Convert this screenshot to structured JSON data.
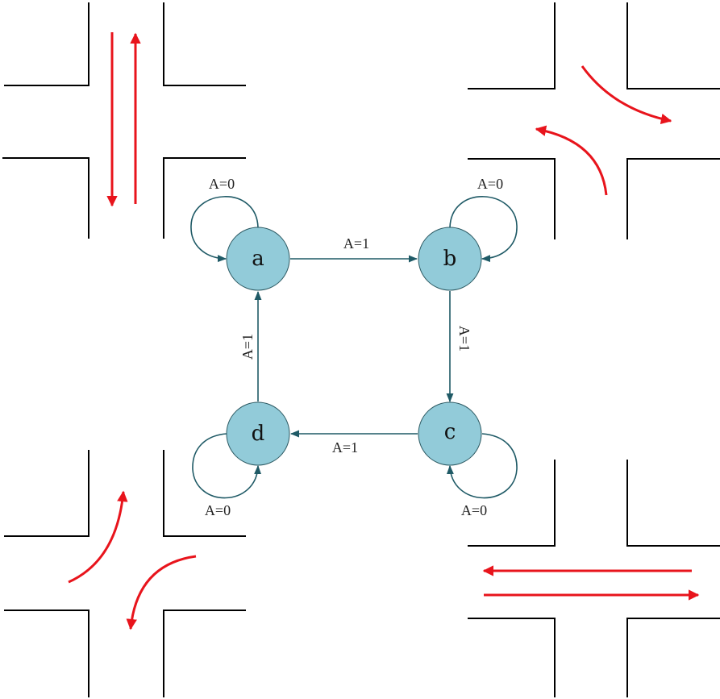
{
  "states": [
    {
      "id": "a",
      "label": "a",
      "self_loop": "A=0"
    },
    {
      "id": "b",
      "label": "b",
      "self_loop": "A=0"
    },
    {
      "id": "c",
      "label": "c",
      "self_loop": "A=0"
    },
    {
      "id": "d",
      "label": "d",
      "self_loop": "A=0"
    }
  ],
  "transitions": [
    {
      "from": "a",
      "to": "b",
      "label": "A=1"
    },
    {
      "from": "b",
      "to": "c",
      "label": "A=1"
    },
    {
      "from": "c",
      "to": "d",
      "label": "A=1"
    },
    {
      "from": "d",
      "to": "a",
      "label": "A=1"
    }
  ],
  "colors": {
    "node": "#92cbd9",
    "edge": "#1f5a66",
    "traffic_arrow": "#e8141c",
    "road": "#000000"
  }
}
